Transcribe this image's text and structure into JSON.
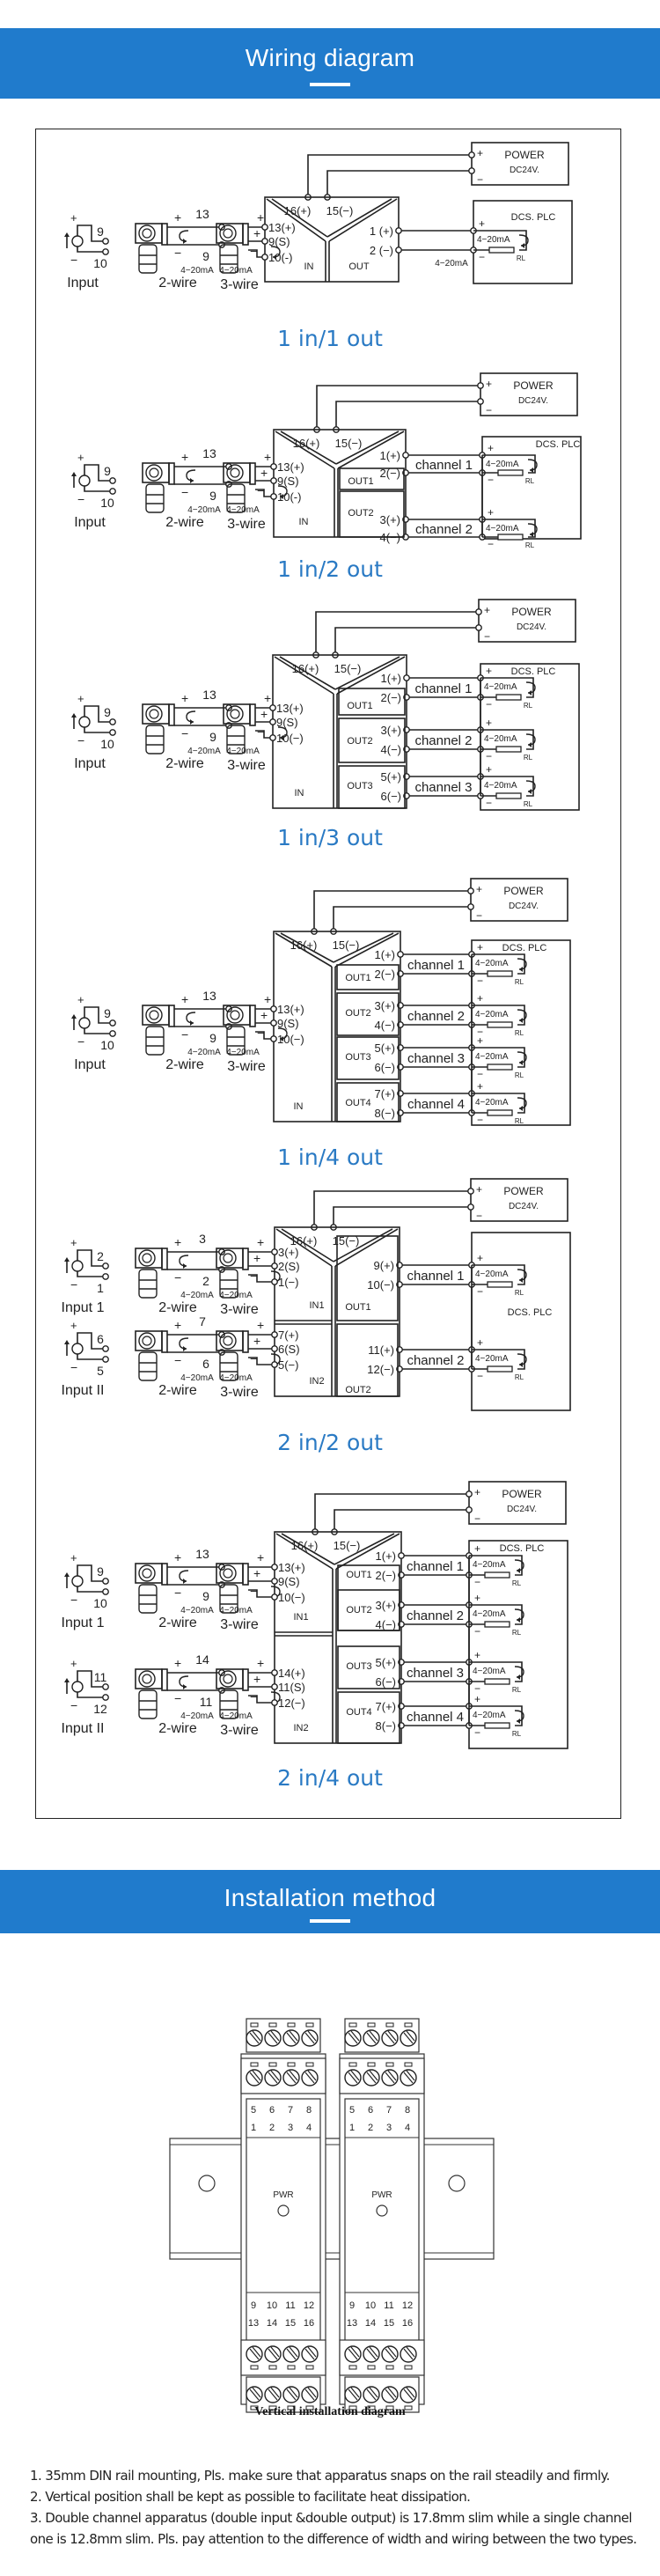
{
  "sections": {
    "wiring_title": "Wiring diagram",
    "install_title": "Installation method"
  },
  "colors": {
    "accent": "#207bcc",
    "caption": "#2a7ac4",
    "line": "#222222"
  },
  "wiring_diagrams": [
    {
      "caption": "1 in/1 out",
      "inputs": [
        {
          "label": "Input",
          "src_pos": "9",
          "src_neg": "10",
          "two_wire_pos": "13",
          "two_wire_neg": "9",
          "terminals": [
            "13(+)",
            "9(S)",
            "10(-)"
          ],
          "block": "IN"
        }
      ],
      "power": {
        "pos": "16(+)",
        "neg": "15(−)",
        "label": "POWER",
        "voltage": "DC24V."
      },
      "outputs": [
        {
          "block": "OUT",
          "pos": "1 (+)",
          "neg": "2 (−)",
          "channel": "",
          "current": "4−20mA"
        }
      ],
      "plc_label": "DCS. PLC"
    },
    {
      "caption": "1 in/2 out",
      "inputs": [
        {
          "label": "Input",
          "src_pos": "9",
          "src_neg": "10",
          "two_wire_pos": "13",
          "two_wire_neg": "9",
          "terminals": [
            "13(+)",
            "9(S)",
            "10(-)"
          ],
          "block": "IN"
        }
      ],
      "power": {
        "pos": "16(+)",
        "neg": "15(−)",
        "label": "POWER",
        "voltage": "DC24V."
      },
      "outputs": [
        {
          "block": "OUT1",
          "pos": "1(+)",
          "neg": "2(−)",
          "channel": "channel 1"
        },
        {
          "block": "OUT2",
          "pos": "3(+)",
          "neg": "4(−)",
          "channel": "channel 2"
        }
      ],
      "plc_label": "DCS. PLC"
    },
    {
      "caption": "1 in/3 out",
      "inputs": [
        {
          "label": "Input",
          "src_pos": "9",
          "src_neg": "10",
          "two_wire_pos": "13",
          "two_wire_neg": "9",
          "terminals": [
            "13(+)",
            "9(S)",
            "10(−)"
          ],
          "block": "IN"
        }
      ],
      "power": {
        "pos": "16(+)",
        "neg": "15(−)",
        "label": "POWER",
        "voltage": "DC24V."
      },
      "outputs": [
        {
          "block": "OUT1",
          "pos": "1(+)",
          "neg": "2(−)",
          "channel": "channel 1"
        },
        {
          "block": "OUT2",
          "pos": "3(+)",
          "neg": "4(−)",
          "channel": "channel 2"
        },
        {
          "block": "OUT3",
          "pos": "5(+)",
          "neg": "6(−)",
          "channel": "channel 3"
        }
      ],
      "plc_label": "DCS. PLC"
    },
    {
      "caption": "1 in/4 out",
      "inputs": [
        {
          "label": "Input",
          "src_pos": "9",
          "src_neg": "10",
          "two_wire_pos": "13",
          "two_wire_neg": "9",
          "terminals": [
            "13(+)",
            "9(S)",
            "10(−)"
          ],
          "block": "IN"
        }
      ],
      "power": {
        "pos": "16(+)",
        "neg": "15(−)",
        "label": "POWER",
        "voltage": "DC24V."
      },
      "outputs": [
        {
          "block": "OUT1",
          "pos": "1(+)",
          "neg": "2(−)",
          "channel": "channel 1"
        },
        {
          "block": "OUT2",
          "pos": "3(+)",
          "neg": "4(−)",
          "channel": "channel 2"
        },
        {
          "block": "OUT3",
          "pos": "5(+)",
          "neg": "6(−)",
          "channel": "channel 3"
        },
        {
          "block": "OUT4",
          "pos": "7(+)",
          "neg": "8(−)",
          "channel": "channel 4"
        }
      ],
      "plc_label": "DCS. PLC"
    },
    {
      "caption": "2 in/2 out",
      "inputs": [
        {
          "label": "Input 1",
          "src_pos": "2",
          "src_neg": "1",
          "two_wire_pos": "3",
          "two_wire_neg": "2",
          "terminals": [
            "3(+)",
            "2(S)",
            "1(−)"
          ],
          "block": "IN1"
        },
        {
          "label": "Input II",
          "src_pos": "6",
          "src_neg": "5",
          "two_wire_pos": "7",
          "two_wire_neg": "6",
          "terminals": [
            "7(+)",
            "6(S)",
            "5(−)"
          ],
          "block": "IN2"
        }
      ],
      "power": {
        "pos": "16(+)",
        "neg": "15(−)",
        "label": "POWER",
        "voltage": "DC24V."
      },
      "outputs": [
        {
          "block": "OUT1",
          "pos": "9(+)",
          "neg": "10(−)",
          "channel": "channel 1"
        },
        {
          "block": "OUT2",
          "pos": "11(+)",
          "neg": "12(−)",
          "channel": "channel 2"
        }
      ],
      "plc_label": "DCS. PLC"
    },
    {
      "caption": "2 in/4 out",
      "inputs": [
        {
          "label": "Input 1",
          "src_pos": "9",
          "src_neg": "10",
          "two_wire_pos": "13",
          "two_wire_neg": "9",
          "terminals": [
            "13(+)",
            "9(S)",
            "10(−)"
          ],
          "block": "IN1"
        },
        {
          "label": "Input II",
          "src_pos": "11",
          "src_neg": "12",
          "two_wire_pos": "14",
          "two_wire_neg": "11",
          "terminals": [
            "14(+)",
            "11(S)",
            "12(−)"
          ],
          "block": "IN2"
        }
      ],
      "power": {
        "pos": "16(+)",
        "neg": "15(−)",
        "label": "POWER",
        "voltage": "DC24V."
      },
      "outputs": [
        {
          "block": "OUT1",
          "pos": "1(+)",
          "neg": "2(−)",
          "channel": "channel 1"
        },
        {
          "block": "OUT2",
          "pos": "3(+)",
          "neg": "4(−)",
          "channel": "channel 2"
        },
        {
          "block": "OUT3",
          "pos": "5(+)",
          "neg": "6(−)",
          "channel": "channel 3"
        },
        {
          "block": "OUT4",
          "pos": "7(+)",
          "neg": "8(−)",
          "channel": "channel 4"
        }
      ],
      "plc_label": "DCS. PLC"
    }
  ],
  "common_labels": {
    "two_wire": "2-wire",
    "three_wire": "3-wire",
    "current": "4−20mA",
    "rl": "RL",
    "plus": "+",
    "minus": "−"
  },
  "installation": {
    "top_numbers": [
      [
        "5",
        "6",
        "7",
        "8"
      ],
      [
        "1",
        "2",
        "3",
        "4"
      ]
    ],
    "bottom_numbers": [
      [
        "9",
        "10",
        "11",
        "12"
      ],
      [
        "13",
        "14",
        "15",
        "16"
      ]
    ],
    "pwr_label": "PWR",
    "caption": "Vertical installation diagram"
  },
  "notes": [
    "1. 35mm DIN rail mounting, Pls. make sure that apparatus snaps on the rail steadily and firmly.",
    "2. Vertical position shall be kept as possible to facilitate heat dissipation.",
    "3. Double channel apparatus (double input &double output) is 17.8mm slim while a single channel one is 12.8mm slim. Pls. pay attention to the difference of width and wiring between the two types."
  ]
}
